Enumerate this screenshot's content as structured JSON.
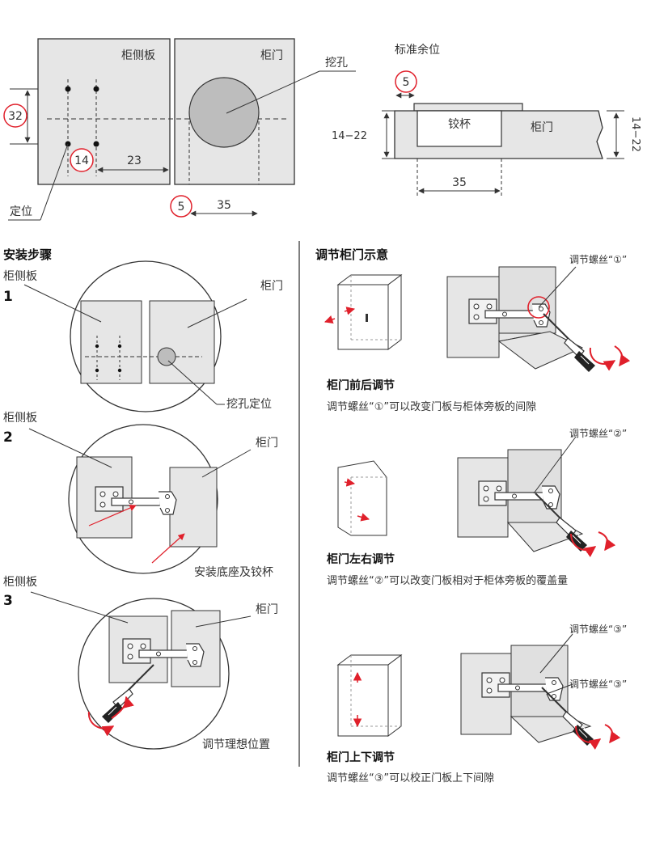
{
  "diagram_data": {
    "top": {
      "side_panel": "柜侧板",
      "door": "柜门",
      "hole": "挖孔",
      "positioning": "定位",
      "dim_32": "32",
      "dim_14": "14",
      "dim_23": "23",
      "dim_5": "5",
      "dim_35": "35",
      "standard_margin": "标准余位",
      "section_5": "5",
      "cup": "铰杯",
      "door_section": "柜门",
      "thickness_left": "14−22",
      "thickness_right": "14−22",
      "section_35": "35"
    },
    "steps": {
      "heading": "安装步骤",
      "step1_num": "1",
      "step1_side": "柜侧板",
      "step1_door": "柜门",
      "step1_caption": "挖孔定位",
      "step2_num": "2",
      "step2_side": "柜侧板",
      "step2_door": "柜门",
      "step2_caption": "安装底座及铰杯",
      "step3_num": "3",
      "step3_side": "柜侧板",
      "step3_door": "柜门",
      "step3_caption": "调节理想位置"
    },
    "adjust": {
      "heading": "调节柜门示意",
      "a1_label": "调节螺丝“①”",
      "a1_title": "柜门前后调节",
      "a1_desc": "调节螺丝“①”可以改变门板与柜体旁板的间隙",
      "a2_label": "调节螺丝“②”",
      "a2_title": "柜门左右调节",
      "a2_desc": "调节螺丝“②”可以改变门板相对于柜体旁板的覆盖量",
      "a3_label_a": "调节螺丝“③”",
      "a3_label_b": "调节螺丝“③”",
      "a3_title": "柜门上下调节",
      "a3_desc": "调节螺丝“③”可以校正门板上下间隙"
    },
    "colors": {
      "panel": "#e6e6e6",
      "panel_dark": "#d2d2d2",
      "line": "#333333",
      "accent": "#e0202b"
    }
  }
}
